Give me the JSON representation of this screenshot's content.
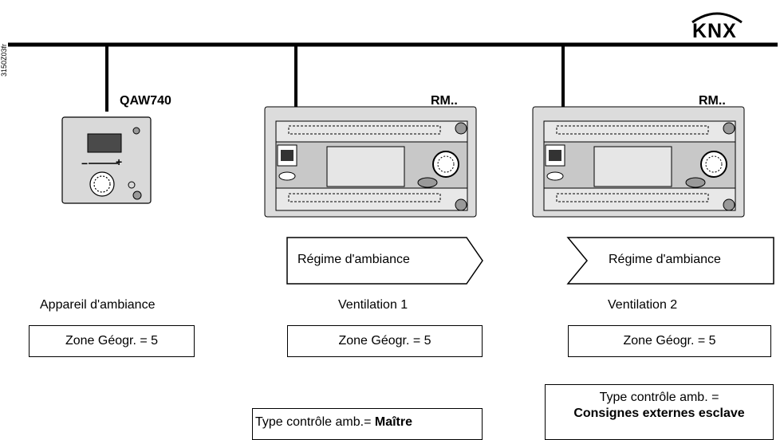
{
  "doc_id": "3150Z03fr",
  "logo": {
    "text": "KNX"
  },
  "devices": {
    "room_unit": {
      "model": "QAW740",
      "label": "Appareil d'ambiance",
      "zone": "Zone Géogr.  = 5"
    },
    "controller1": {
      "model": "RM..",
      "label": "Ventilation 1",
      "zone": "Zone Géogr. = 5",
      "role": "Régime d'ambiance",
      "type_prefix": "Type contrôle amb.= ",
      "type_value": "Maître"
    },
    "controller2": {
      "model": "RM..",
      "label": "Ventilation 2",
      "zone": "Zone Géogr. = 5",
      "role": "Régime d'ambiance",
      "type_line1": "Type contrôle amb. =",
      "type_value": "Consignes externes esclave"
    }
  }
}
